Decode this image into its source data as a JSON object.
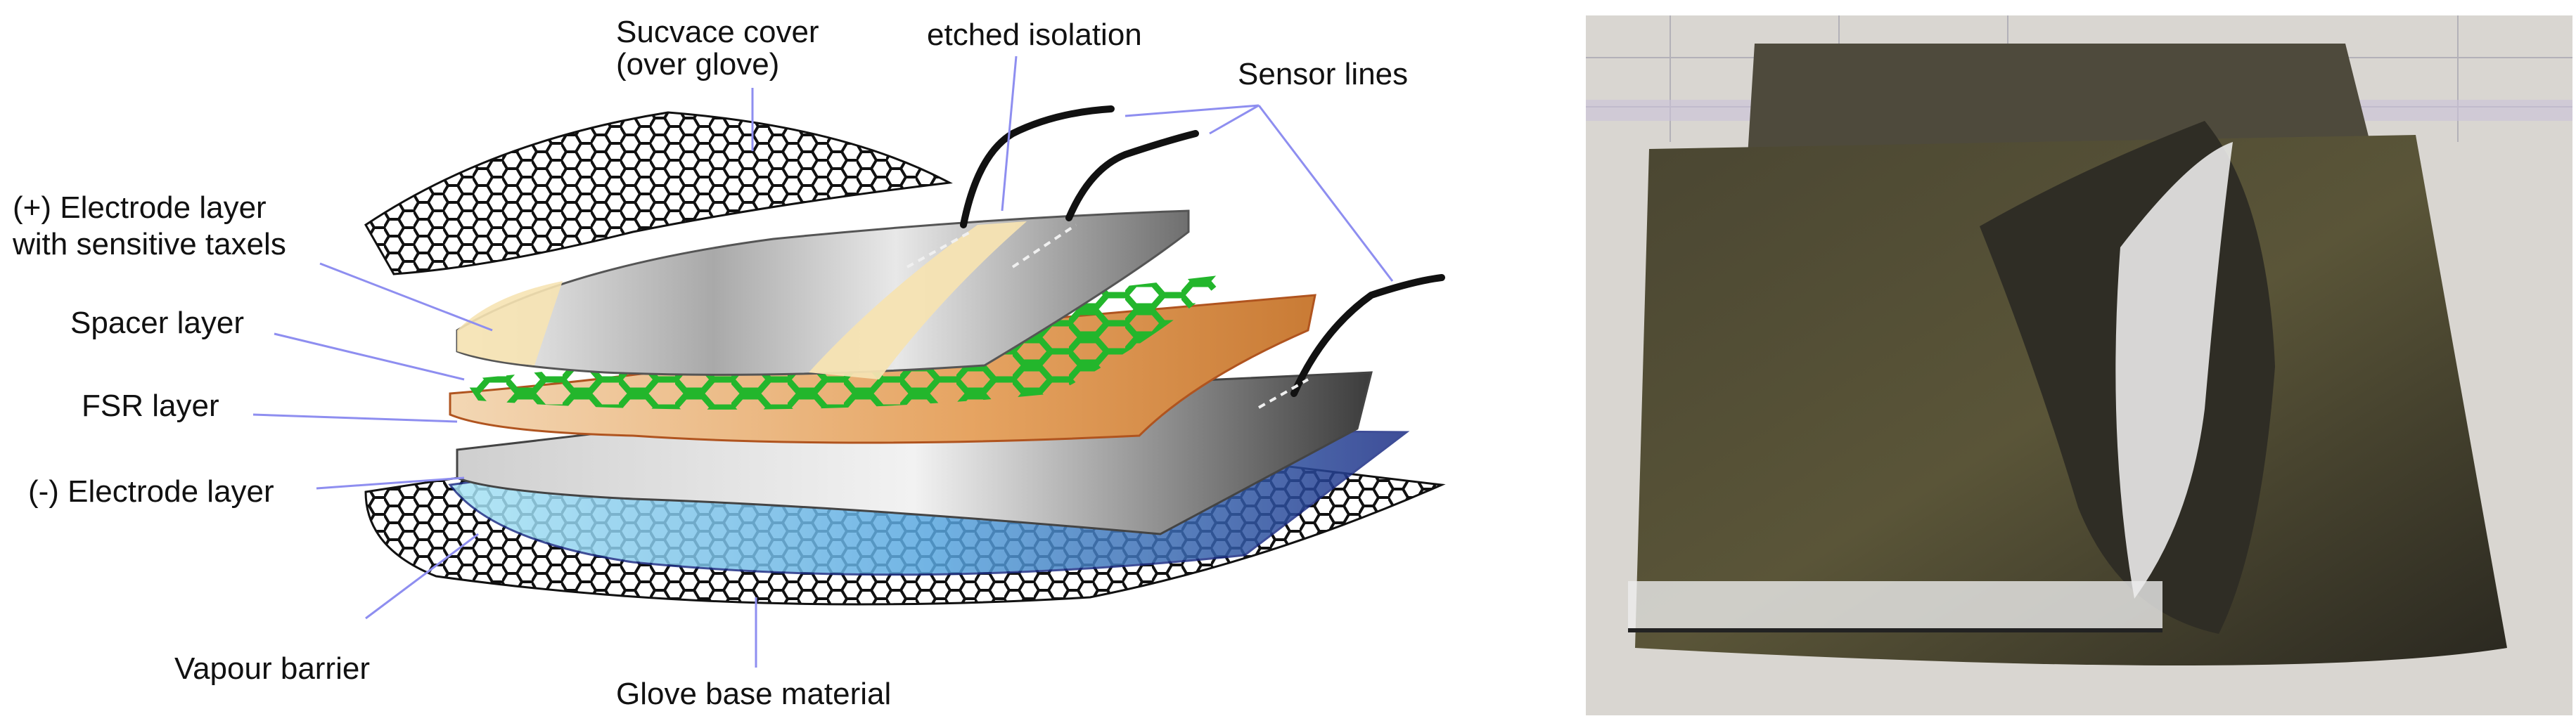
{
  "labels": {
    "sucvace_cover_line1": "Sucvace cover",
    "sucvace_cover_line2": "(over glove)",
    "etched_isolation": "etched isolation",
    "sensor_lines": "Sensor lines",
    "plus_electrode_line1": "(+) Electrode layer",
    "plus_electrode_line2": "with sensitive taxels",
    "spacer_layer": "Spacer layer",
    "fsr_layer": "FSR layer",
    "minus_electrode": "(-) Electrode layer",
    "vapour_barrier": "Vapour barrier",
    "glove_base": "Glove base material"
  },
  "colors": {
    "leader_line": "#8e8ef0",
    "mesh": "#111111",
    "electrode": "#b8b8b8",
    "fsr": "#e2a56d",
    "spacer": "#2fbf3a",
    "vapour_barrier": "#5aa8e0",
    "isolation": "#f6e3b2",
    "fabric": "#3d3b2a"
  }
}
